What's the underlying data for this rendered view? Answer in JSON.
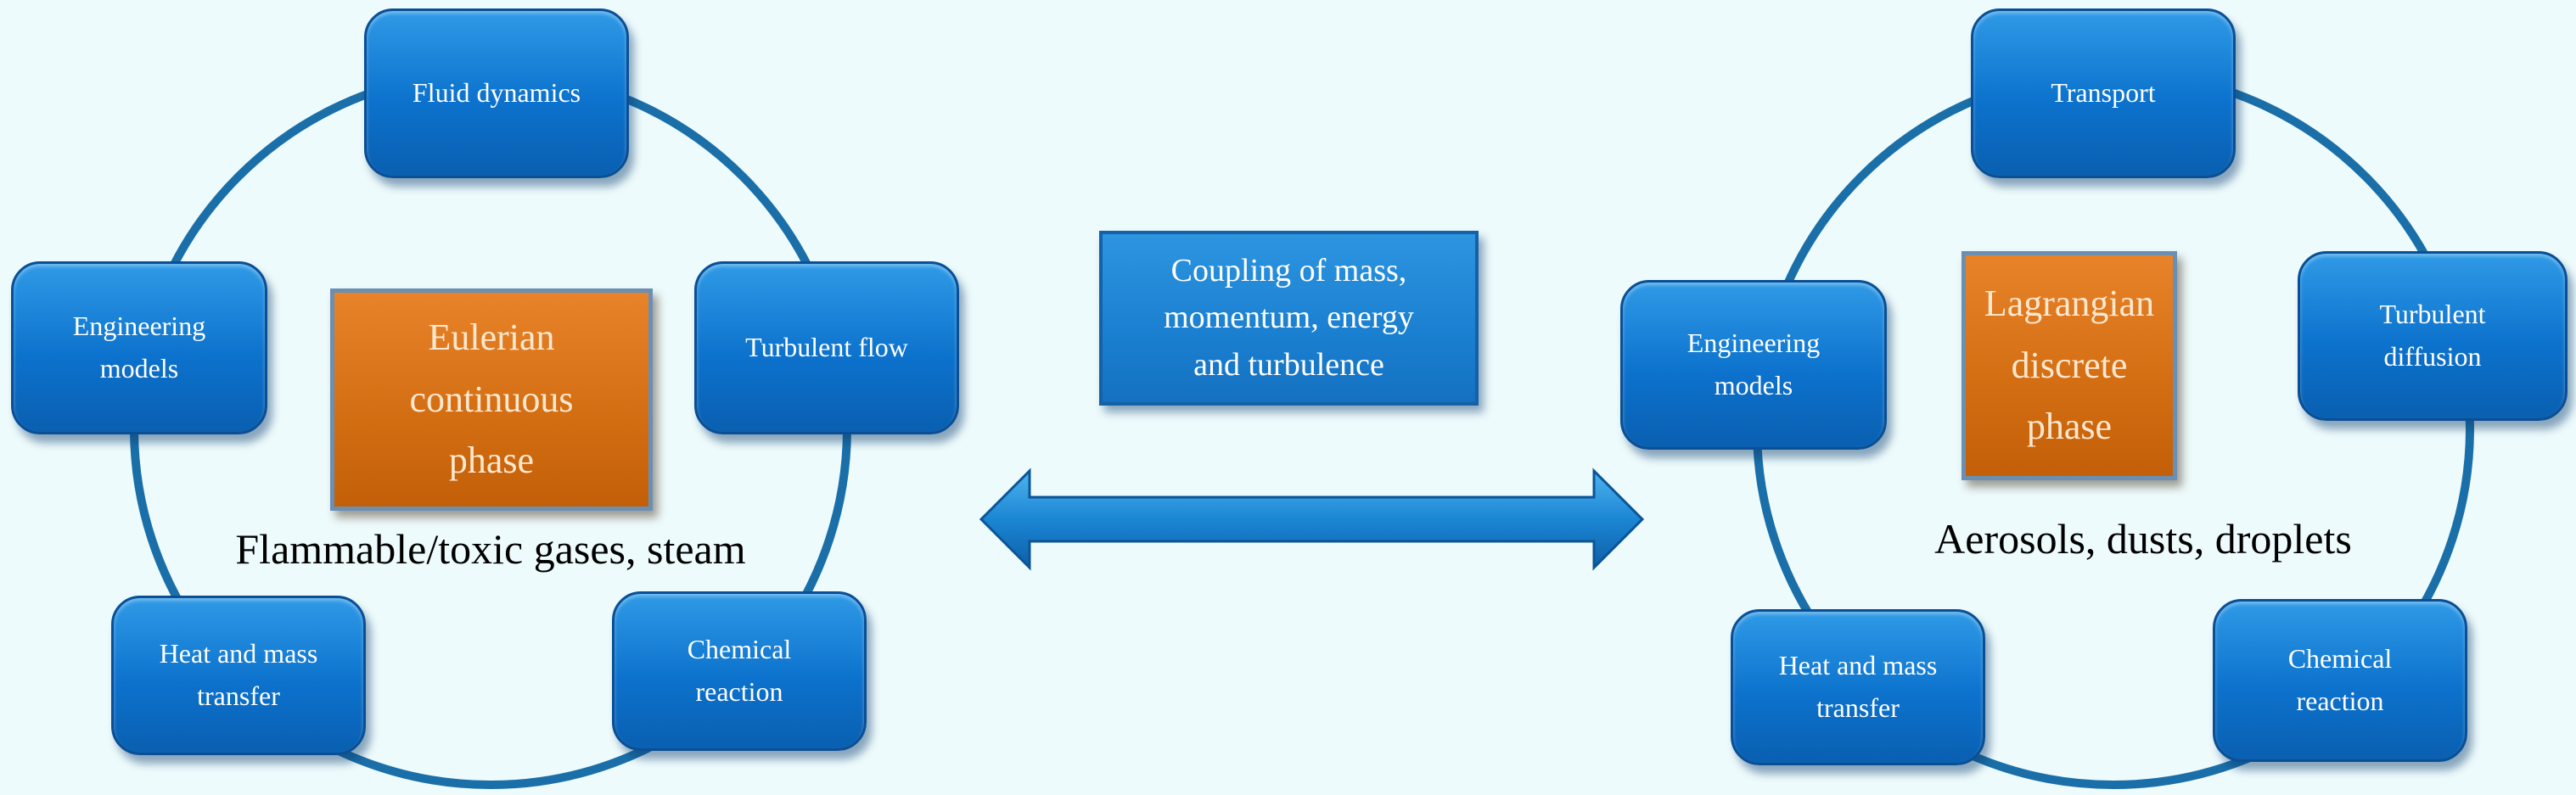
{
  "left_cycle": {
    "center": "Eulerian\ncontinuous\nphase",
    "caption": "Flammable/toxic gases, steam",
    "nodes": [
      "Fluid dynamics",
      "Turbulent flow",
      "Chemical\nreaction",
      "Heat and mass\ntransfer",
      "Engineering\nmodels"
    ]
  },
  "coupling": {
    "label": "Coupling of mass,\nmomentum, energy\nand turbulence"
  },
  "right_cycle": {
    "center": "Lagrangian\ndiscrete\nphase",
    "caption": "Aerosols, dusts, droplets",
    "nodes": [
      "Transport",
      "Turbulent\ndiffusion",
      "Chemical\nreaction",
      "Heat and mass\ntransfer",
      "Engineering\nmodels"
    ]
  },
  "colors": {
    "background": "#eefbfc",
    "node_blue": "#0c72cd",
    "ring": "#1a6fa9",
    "phase_orange": "#d26d12",
    "arrow_blue": "#1b86d4"
  }
}
